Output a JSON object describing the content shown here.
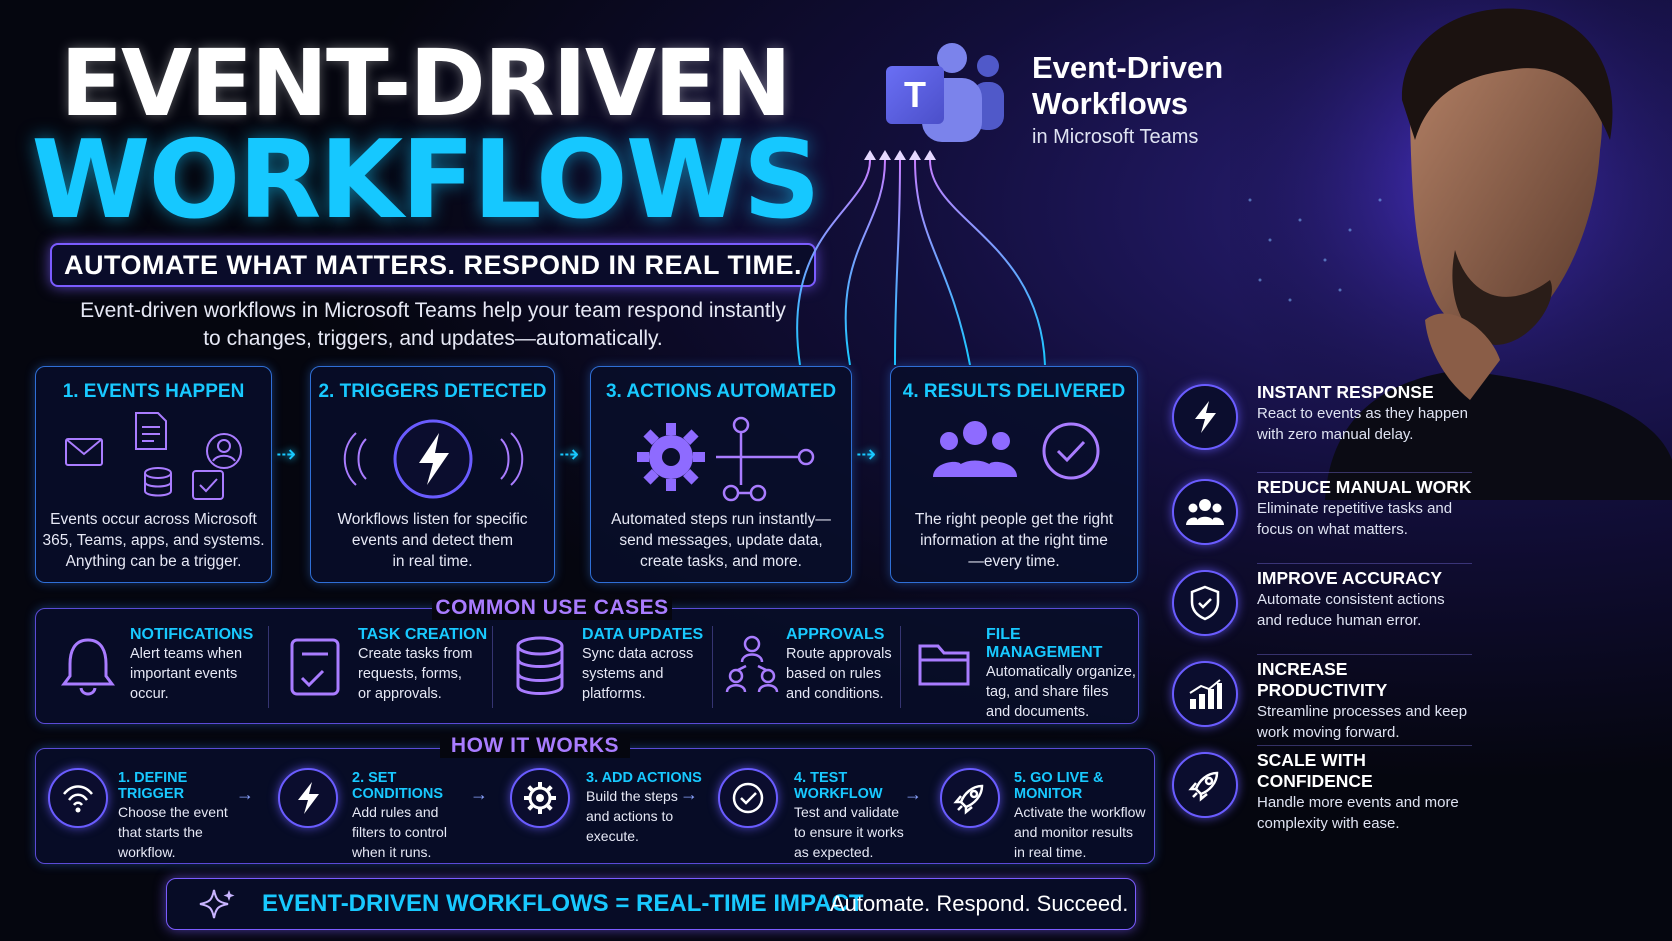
{
  "header": {
    "title_line1": "EVENT-DRIVEN",
    "title_line2": "WORKFLOWS",
    "tagline": "AUTOMATE WHAT MATTERS. RESPOND IN REAL TIME.",
    "intro_line1": "Event-driven workflows in Microsoft Teams help your team respond instantly",
    "intro_line2": "to changes, triggers, and updates—automatically."
  },
  "teams": {
    "logo_letter": "T",
    "title_line1": "Event-Driven",
    "title_line2": "Workflows",
    "subtitle": "in Microsoft Teams"
  },
  "steps": [
    {
      "title": "1. EVENTS HAPPEN",
      "desc": [
        "Events occur across Microsoft",
        "365, Teams, apps, and systems.",
        "Anything can be a trigger."
      ]
    },
    {
      "title": "2. TRIGGERS DETECTED",
      "desc": [
        "Workflows listen for specific",
        "events and detect them",
        "in real time."
      ]
    },
    {
      "title": "3. ACTIONS AUTOMATED",
      "desc": [
        "Automated steps run instantly—",
        "send messages, update data,",
        "create tasks, and more."
      ]
    },
    {
      "title": "4. RESULTS DELIVERED",
      "desc": [
        "The right people get the right",
        "information at the right time",
        "—every time."
      ]
    }
  ],
  "use_cases": {
    "heading": "COMMON USE CASES",
    "items": [
      {
        "title": "NOTIFICATIONS",
        "desc": [
          "Alert teams when",
          "important events",
          "occur."
        ],
        "icon": "bell-icon"
      },
      {
        "title": "TASK CREATION",
        "desc": [
          "Create tasks from",
          "requests, forms,",
          "or approvals."
        ],
        "icon": "task-checklist-icon"
      },
      {
        "title": "DATA UPDATES",
        "desc": [
          "Sync data across",
          "systems and",
          "platforms."
        ],
        "icon": "database-icon"
      },
      {
        "title": "APPROVALS",
        "desc": [
          "Route approvals",
          "based on rules",
          "and conditions."
        ],
        "icon": "approval-flow-icon"
      },
      {
        "title": "FILE MANAGEMENT",
        "desc": [
          "Automatically organize,",
          "tag, and share files",
          "and documents."
        ],
        "icon": "folder-icon"
      }
    ]
  },
  "how_it_works": {
    "heading": "HOW IT WORKS",
    "steps": [
      {
        "title": "1. DEFINE TRIGGER",
        "desc": [
          "Choose the event",
          "that starts the",
          "workflow."
        ],
        "icon": "signal-icon"
      },
      {
        "title": "2. SET CONDITIONS",
        "desc": [
          "Add rules and",
          "filters to control",
          "when it runs."
        ],
        "icon": "lightning-icon"
      },
      {
        "title": "3. ADD ACTIONS",
        "desc": [
          "Build the steps",
          "and actions to",
          "execute."
        ],
        "icon": "gear-icon"
      },
      {
        "title": "4. TEST WORKFLOW",
        "desc": [
          "Test and validate",
          "to ensure it works",
          "as expected."
        ],
        "icon": "check-circle-icon"
      },
      {
        "title": "5. GO LIVE & MONITOR",
        "desc": [
          "Activate the workflow",
          "and monitor results",
          "in real time."
        ],
        "icon": "rocket-icon"
      }
    ]
  },
  "benefits": [
    {
      "title": "INSTANT RESPONSE",
      "desc": [
        "React to events as they happen",
        "with zero manual delay."
      ],
      "icon": "lightning-icon"
    },
    {
      "title": "REDUCE MANUAL WORK",
      "desc": [
        "Eliminate repetitive tasks and",
        "focus on what matters."
      ],
      "icon": "team-icon"
    },
    {
      "title": "IMPROVE ACCURACY",
      "desc": [
        "Automate consistent actions",
        "and reduce human error."
      ],
      "icon": "shield-check-icon"
    },
    {
      "title": "INCREASE PRODUCTIVITY",
      "desc": [
        "Streamline processes and keep",
        "work moving forward."
      ],
      "icon": "bar-chart-icon"
    },
    {
      "title": "SCALE WITH CONFIDENCE",
      "desc": [
        "Handle more events and more",
        "complexity with ease."
      ],
      "icon": "rocket-icon"
    }
  ],
  "footer": {
    "highlight": "EVENT-DRIVEN WORKFLOWS = REAL-TIME IMPACT",
    "tail": "Automate. Respond. Succeed."
  },
  "colors": {
    "accent_cyan": "#18c9ff",
    "accent_purple": "#a97cff",
    "border_blue": "#2f6fd6"
  }
}
